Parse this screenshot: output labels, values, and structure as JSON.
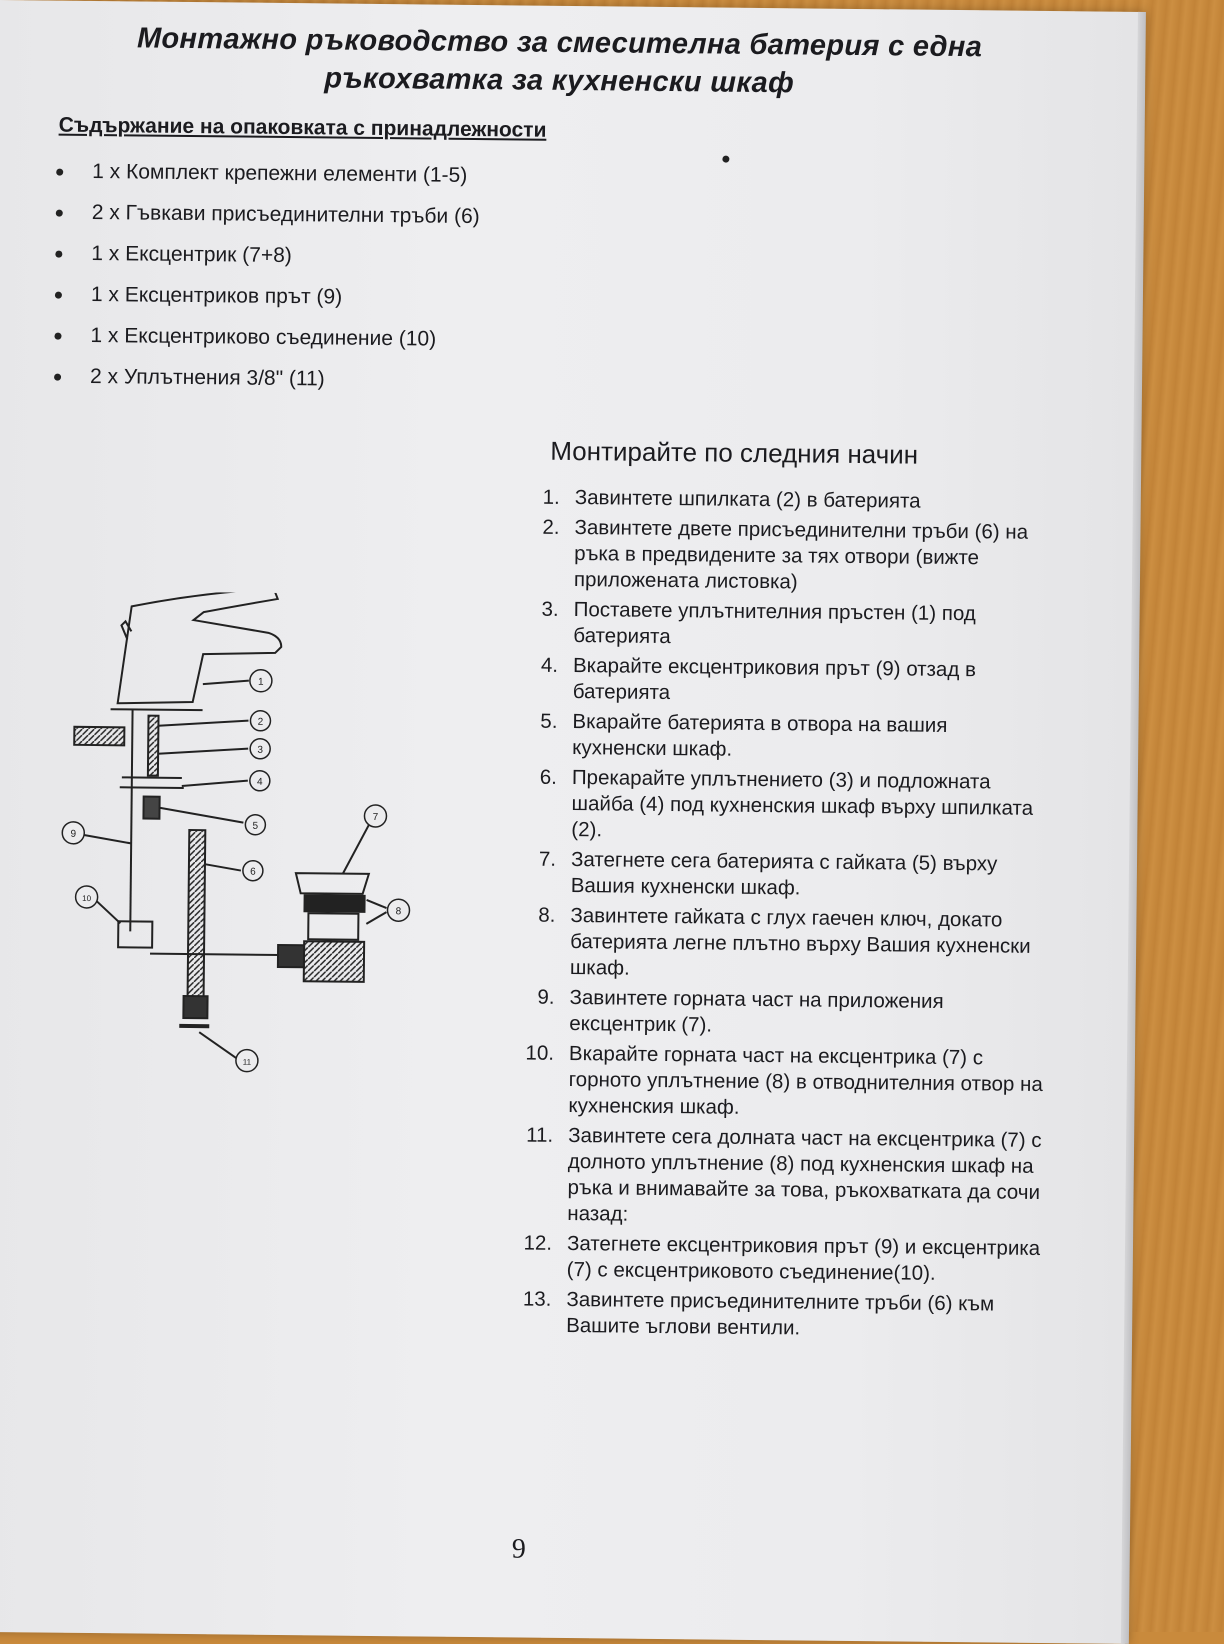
{
  "title_line1": "Монтажно ръководство за смесителна батерия с една",
  "title_line2": "ръкохватка за кухненски шкаф",
  "contents_heading": "Съдържание на опаковката с принадлежности",
  "contents_items": [
    "1 х Комплект крепежни елементи (1-5)",
    "2 х Гъвкави присъединителни тръби (6)",
    "1 х Ексцентрик (7+8)",
    "1 х Ексцентриков прът (9)",
    "1 х Ексцентриково съединение (10)",
    "2 х Уплътнения 3/8\" (11)"
  ],
  "install_heading": "Монтирайте по следния начин",
  "steps": [
    {
      "num": "1.",
      "text": "Завинтете шпилката (2) в батерията"
    },
    {
      "num": "2.",
      "text": "Завинтете двете присъединителни тръби (6) на ръка в предвидените за тях отвори (вижте приложената листовка)"
    },
    {
      "num": "3.",
      "text": "Поставете уплътнителния пръстен (1) под батерията"
    },
    {
      "num": "4.",
      "text": "Вкарайте ексцентриковия прът (9) отзад в батерията"
    },
    {
      "num": "5.",
      "text": "Вкарайте батерията в отвора на вашия кухненски шкаф."
    },
    {
      "num": "6.",
      "text": "Прекарайте уплътнението (3) и подложната шайба (4) под кухненския шкаф върху шпилката (2)."
    },
    {
      "num": "7.",
      "text": "Затегнете сега батерията с гайката (5) върху Вашия кухненски шкаф."
    },
    {
      "num": "8.",
      "text": "Завинтете гайката с глух гаечен ключ, докато батерията легне плътно върху Вашия кухненски шкаф."
    },
    {
      "num": "9.",
      "text": "Завинтете горната част на приложения ексцентрик (7)."
    },
    {
      "num": "10.",
      "text": "Вкарайте горната част на ексцентрика (7) с горното уплътнение (8) в отводнителния отвор на кухненския шкаф."
    },
    {
      "num": "11.",
      "text": "Завинтете сега долната част на ексцентрика (7) с долното уплътнение (8) под кухненския шкаф на ръка и внимавайте за това, ръкохватката да сочи назад:"
    },
    {
      "num": "12.",
      "text": "Затегнете ексцентриковия прът (9) и ексцентрика (7) с ексцентриковото съединение(10)."
    },
    {
      "num": "13.",
      "text": "Завинтете присъединителните тръби (6) към Вашите ъглови вентили."
    }
  ],
  "diagram_labels": [
    "1",
    "2",
    "3",
    "4",
    "5",
    "6",
    "7",
    "8",
    "9",
    "10",
    "11"
  ],
  "page_number": "9"
}
